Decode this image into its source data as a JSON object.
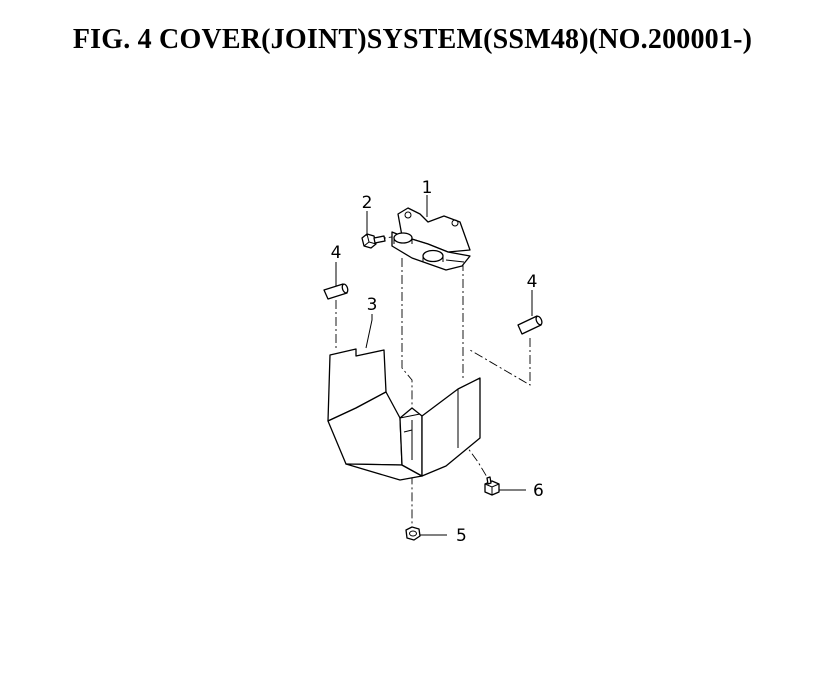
{
  "title": "FIG.  4  COVER(JOINT)SYSTEM(SSM48)(NO.200001-)",
  "callouts": {
    "part_1": "1",
    "part_2": "2",
    "part_3": "3",
    "part_4_left": "4",
    "part_4_right": "4",
    "part_5": "5",
    "part_6": "6"
  }
}
